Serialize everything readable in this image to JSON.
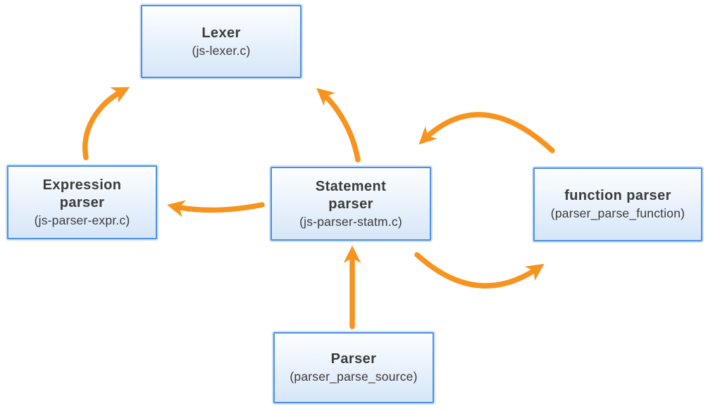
{
  "diagram": {
    "colors": {
      "arrow": "#F8931D",
      "box_border": "#4B90E2",
      "box_fill_top": "#FDFEFF",
      "box_fill_bottom": "#D6E6F8",
      "text": "#3B3B3B"
    },
    "nodes": [
      {
        "id": "lexer",
        "title": "Lexer",
        "subtitle": "(js-lexer.c)"
      },
      {
        "id": "expression-parser",
        "title": "Expression parser",
        "subtitle": "(js-parser-expr.c)"
      },
      {
        "id": "statement-parser",
        "title": "Statement parser",
        "subtitle": "(js-parser-statm.c)"
      },
      {
        "id": "function-parser",
        "title": "function parser",
        "subtitle": "(parser_parse_function)"
      },
      {
        "id": "parser",
        "title": "Parser",
        "subtitle": "(parser_parse_source)"
      }
    ],
    "edges": [
      {
        "from": "expression-parser",
        "to": "lexer"
      },
      {
        "from": "statement-parser",
        "to": "lexer"
      },
      {
        "from": "statement-parser",
        "to": "expression-parser"
      },
      {
        "from": "function-parser",
        "to": "statement-parser"
      },
      {
        "from": "statement-parser",
        "to": "function-parser"
      },
      {
        "from": "parser",
        "to": "statement-parser"
      }
    ]
  }
}
